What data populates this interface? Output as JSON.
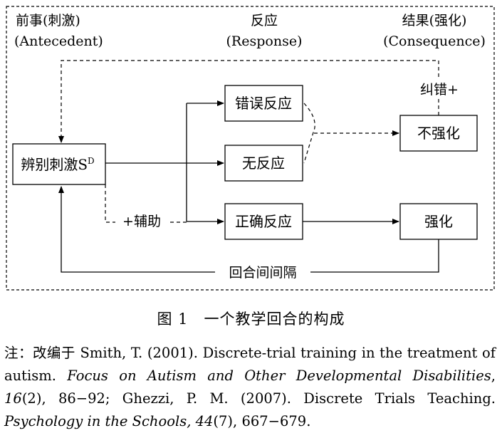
{
  "headers": {
    "antecedent_cn": "前事(刺激)",
    "antecedent_en": "(Antecedent)",
    "response_cn": "反应",
    "response_en": "(Response)",
    "consequence_cn": "结果(强化)",
    "consequence_en": "(Consequence)"
  },
  "nodes": {
    "sd": "辨别刺激S",
    "sd_sup": "D",
    "wrong": "错误反应",
    "none": "无反应",
    "correct": "正确反应",
    "no_reinforce": "不强化",
    "reinforce": "强化"
  },
  "edges": {
    "correction": "纠错+",
    "prompt": "+辅助",
    "iti": "回合间间隔"
  },
  "caption": "图 1　一个教学回合的构成",
  "note": {
    "prefix": "注：改编于 Smith, T. (2001). Discrete-trial training in the treatment of autism. ",
    "journal1": "Focus on Autism and Other Developmental Disabilities",
    "sep1": ", ",
    "vol1": "16",
    "rest1": "(2), 86−92; Ghezzi, P. M. (2007). Discrete Trials Teaching. ",
    "journal2": "Psychology in the Schools, 44",
    "rest2": "(7), 667−679."
  }
}
